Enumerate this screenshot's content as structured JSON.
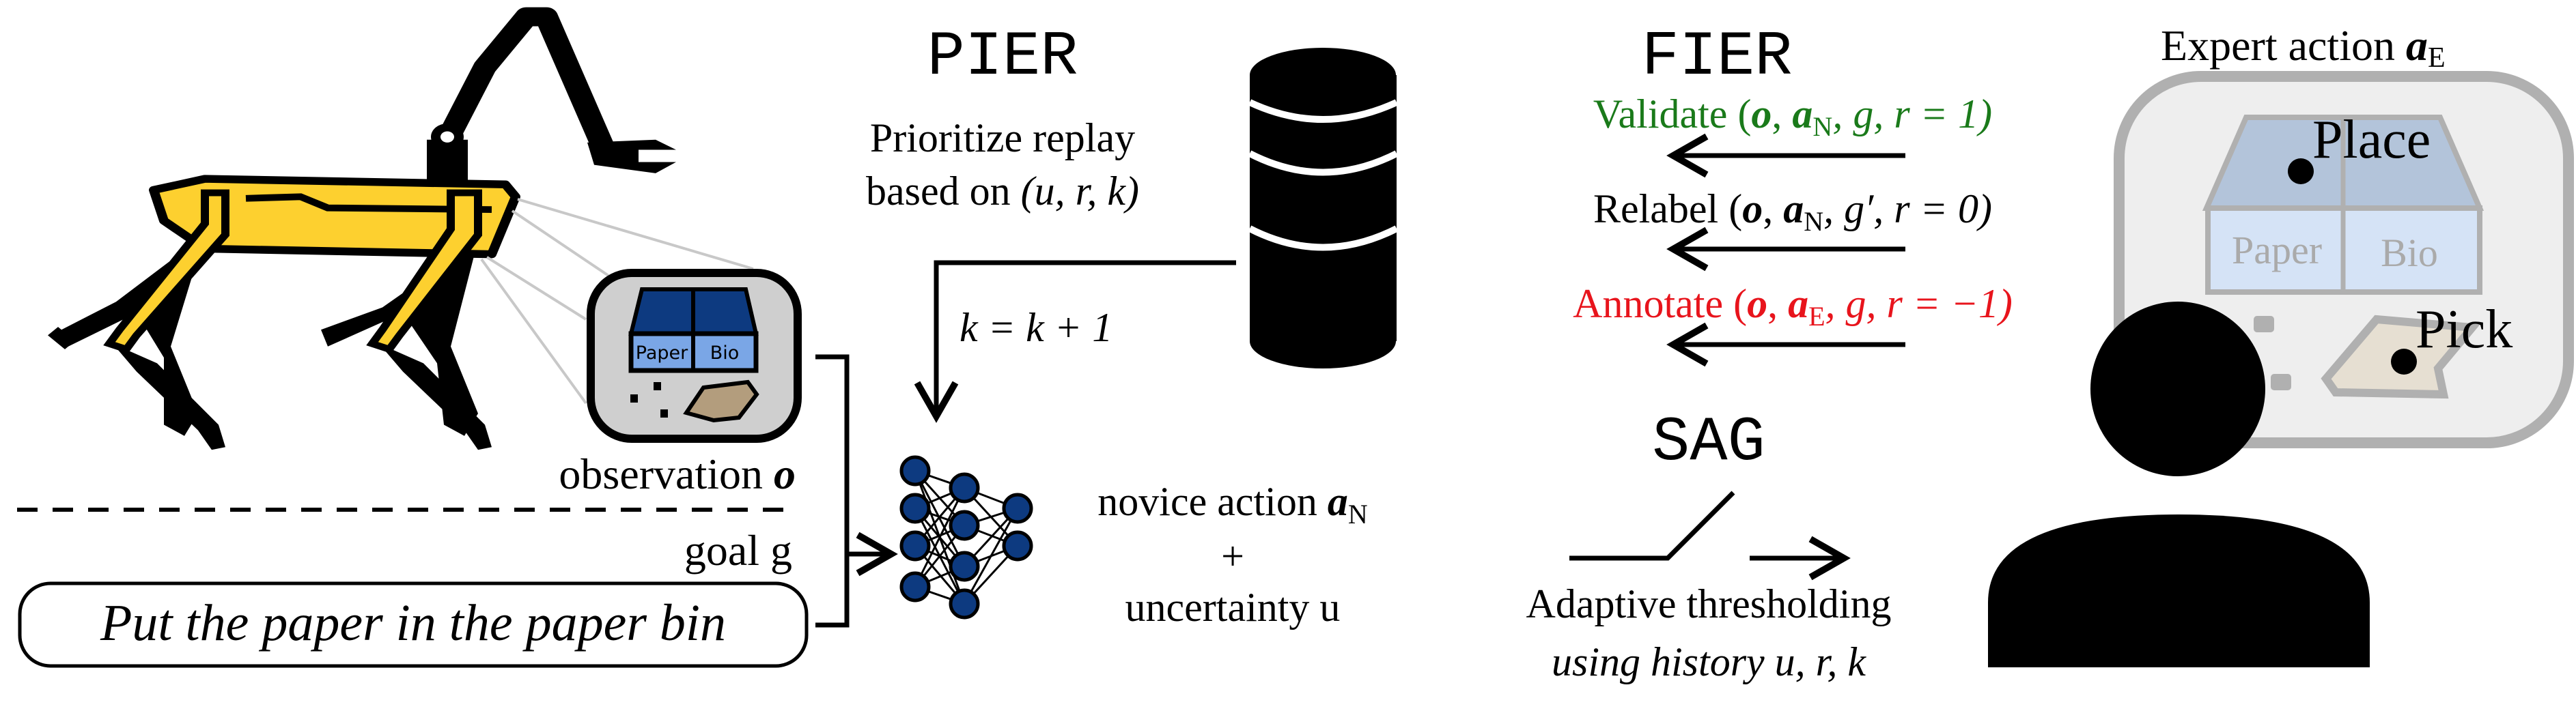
{
  "pier": {
    "title": "PIER",
    "line1": "Prioritize replay",
    "line2_prefix": "based on ",
    "line2_math": "(u, r, k)",
    "counter": "k = k + 1"
  },
  "fier": {
    "title": "FIER",
    "validate": {
      "label": "Validate (",
      "o": "o",
      "a": "a",
      "sub": "N",
      "rest": ", g, r = 1)",
      "color": "#1a7a1a"
    },
    "relabel": {
      "label": "Relabel (",
      "o": "o",
      "a": "a",
      "sub": "N",
      "rest": ", g′, r = 0)",
      "color": "#000000"
    },
    "annotate": {
      "label": "Annotate (",
      "o": "o",
      "a": "a",
      "sub": "E",
      "rest": ", g, r = −1)",
      "color": "#e8141c"
    }
  },
  "sag": {
    "title": "SAG",
    "line1": "Adaptive thresholding",
    "line2": "using history u, r, k"
  },
  "policy": {
    "novice": "novice action ",
    "a": "a",
    "sub": "N",
    "plus": "+",
    "uncertainty": "uncertainty u"
  },
  "robot": {
    "observation": "observation ",
    "o": "o",
    "bin_left": "Paper",
    "bin_right": "Bio",
    "goal": "goal g",
    "instruction": "Put the paper in the paper bin"
  },
  "expert": {
    "title": "Expert action ",
    "a": "a",
    "sub": "E",
    "place": "Place",
    "pick": "Pick",
    "bin_left": "Paper",
    "bin_right": "Bio"
  },
  "colors": {
    "robot_yellow": "#fdd02f",
    "bin_dark": "#0d3a80",
    "bin_light": "#7aa6e6"
  }
}
